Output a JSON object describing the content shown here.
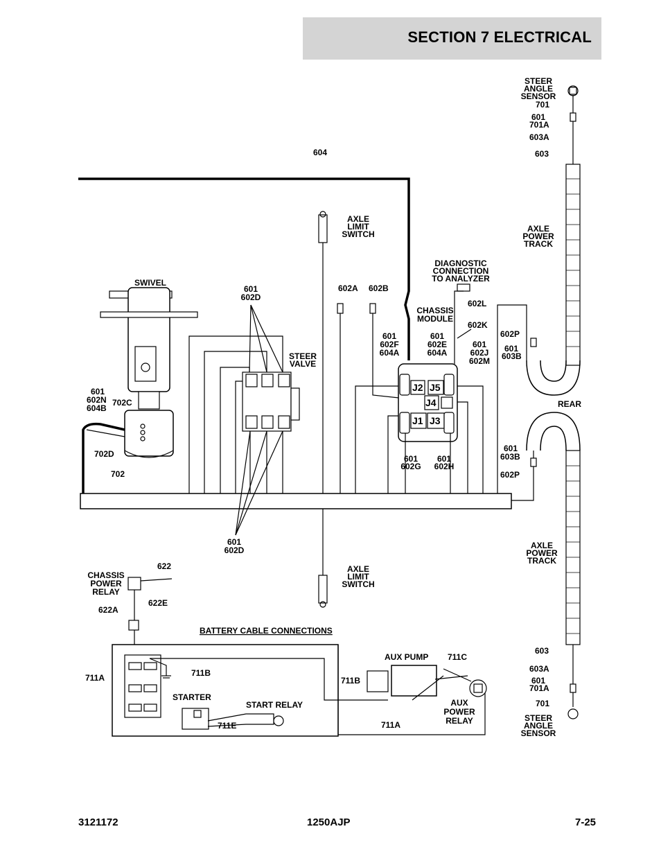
{
  "header": {
    "section_title": "SECTION 7   ELECTRICAL"
  },
  "labels": {
    "steer_angle_sensor_top": [
      "STEER",
      "ANGLE",
      "SENSOR"
    ],
    "w701_top": "701",
    "w601_top": "601",
    "w701a_top": "701A",
    "w603a_top": "603A",
    "w603_top": "603",
    "w604": "604",
    "axle_limit_switch_top": [
      "AXLE",
      "LIMIT",
      "SWITCH"
    ],
    "axle_power_track_top": [
      "AXLE",
      "POWER",
      "TRACK"
    ],
    "diagnostic": [
      "DIAGNOSTIC",
      "CONNECTION",
      "TO ANALYZER"
    ],
    "swivel": "SWIVEL",
    "w601_602d_top": [
      "601",
      "602D"
    ],
    "w602a": "602A",
    "w602b": "602B",
    "w602l": "602L",
    "chassis_module": [
      "CHASSIS",
      "MODULE"
    ],
    "w602k": "602K",
    "w602p_top": "602P",
    "w601_603b_top": [
      "601",
      "603B"
    ],
    "w601_602f_604a": [
      "601",
      "602F",
      "604A"
    ],
    "w601_602e_604a": [
      "601",
      "602E",
      "604A"
    ],
    "w601_602j_602m": [
      "601",
      "602J",
      "602M"
    ],
    "steer_valve": [
      "STEER",
      "VALVE"
    ],
    "w601_602n_604b": [
      "601",
      "602N",
      "604B"
    ],
    "w702c": "702C",
    "w702d": "702D",
    "w702": "702",
    "rear": "REAR",
    "w601_602g": [
      "601",
      "602G"
    ],
    "w601_602h": [
      "601",
      "602H"
    ],
    "w601_603b_bot": [
      "601",
      "603B"
    ],
    "w602p_bot": "602P",
    "w601_602d_bot": [
      "601",
      "602D"
    ],
    "axle_power_track_bot": [
      "AXLE",
      "POWER",
      "TRACK"
    ],
    "chassis_power_relay": [
      "CHASSIS",
      "POWER",
      "RELAY"
    ],
    "w622": "622",
    "w622e": "622E",
    "w622a": "622A",
    "axle_limit_switch_bot": [
      "AXLE",
      "LIMIT",
      "SWITCH"
    ],
    "battery_cable_connections": "BATTERY CABLE CONNECTIONS",
    "aux_pump": "AUX PUMP",
    "w711c": "711C",
    "w711a_left": "711A",
    "w711b_left": "711B",
    "starter": "STARTER",
    "start_relay": "START RELAY",
    "w711e": "711E",
    "w711b_right": "711B",
    "w711a_bottom": "711A",
    "aux_power_relay": [
      "AUX",
      "POWER",
      "RELAY"
    ],
    "w603_bot": "603",
    "w603a_bot": "603A",
    "w601_bot": "601",
    "w701a_bot": "701A",
    "w701_bot": "701",
    "steer_angle_sensor_bot": [
      "STEER",
      "ANGLE",
      "SENSOR"
    ],
    "connectors": {
      "j1": "J1",
      "j2": "J2",
      "j3": "J3",
      "j4": "J4",
      "j5": "J5"
    }
  },
  "footer": {
    "doc_number": "3121172",
    "model": "1250AJP",
    "page": "7-25"
  }
}
